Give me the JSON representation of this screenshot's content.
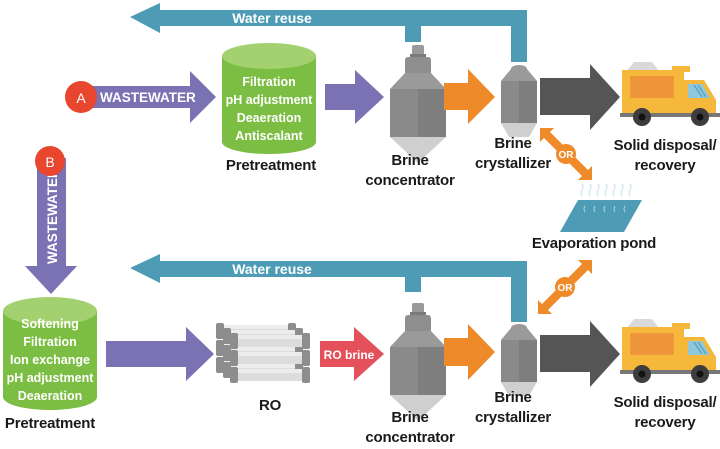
{
  "colors": {
    "wastewater_arrow": "#7b72b4",
    "badge": "#e8462e",
    "pretreatment_tank": "#7cbd43",
    "pretreatment_tank_top": "#a4d16f",
    "water_reuse": "#4e9bb5",
    "orange_arrow": "#ef8a2a",
    "dark_arrow": "#555555",
    "ro_brine_arrow": "#e5515a",
    "vessel_gray": "#8d8d8d",
    "truck_yellow": "#f5b83a",
    "pond_blue": "#4e9bb5"
  },
  "process_a": {
    "badge": "A",
    "input_label": "WASTEWATER",
    "water_reuse_label": "Water reuse",
    "pretreatment": {
      "steps": [
        "Filtration",
        "pH adjustment",
        "Deaeration",
        "Antiscalant"
      ],
      "caption": "Pretreatment"
    },
    "brine_concentrator": {
      "caption_line1": "Brine",
      "caption_line2": "concentrator"
    },
    "brine_crystallizer": {
      "caption_line1": "Brine",
      "caption_line2": "crystallizer"
    },
    "solid_disposal": {
      "caption_line1": "Solid disposal/",
      "caption_line2": "recovery"
    },
    "or_label": "OR"
  },
  "evaporation_pond": {
    "caption": "Evaporation pond"
  },
  "process_b": {
    "badge": "B",
    "input_label": "WASTEWATER",
    "water_reuse_label": "Water reuse",
    "pretreatment": {
      "steps": [
        "Softening",
        "Filtration",
        "Ion exchange",
        "pH adjustment",
        "Deaeration"
      ],
      "caption": "Pretreatment"
    },
    "ro": {
      "caption": "RO"
    },
    "ro_brine_label": "RO brine",
    "brine_concentrator": {
      "caption_line1": "Brine",
      "caption_line2": "concentrator"
    },
    "brine_crystallizer": {
      "caption_line1": "Brine",
      "caption_line2": "crystallizer"
    },
    "solid_disposal": {
      "caption_line1": "Solid disposal/",
      "caption_line2": "recovery"
    },
    "or_label": "OR"
  }
}
